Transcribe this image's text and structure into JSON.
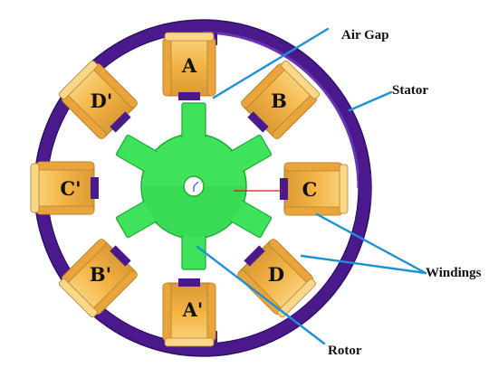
{
  "diagram": {
    "poles": [
      {
        "id": "A",
        "label": "A"
      },
      {
        "id": "B",
        "label": "B"
      },
      {
        "id": "C",
        "label": "C"
      },
      {
        "id": "D",
        "label": "D"
      },
      {
        "id": "A-prime",
        "label": "A'"
      },
      {
        "id": "B-prime",
        "label": "B'"
      },
      {
        "id": "C-prime",
        "label": "C'"
      },
      {
        "id": "D-prime",
        "label": "D'"
      }
    ],
    "callouts": {
      "air_gap": "Air Gap",
      "stator": "Stator",
      "windings": "Windings",
      "rotor": "Rotor"
    }
  },
  "colors": {
    "stator": "#4a1a8c",
    "stator_dark": "#2f0f66",
    "winding": "#f2b244",
    "winding_light": "#f8cd6e",
    "winding_dark": "#c8862a",
    "rotor": "#3fe35a",
    "rotor_dark": "#1fa83a",
    "leader": "#1f8fd6"
  }
}
